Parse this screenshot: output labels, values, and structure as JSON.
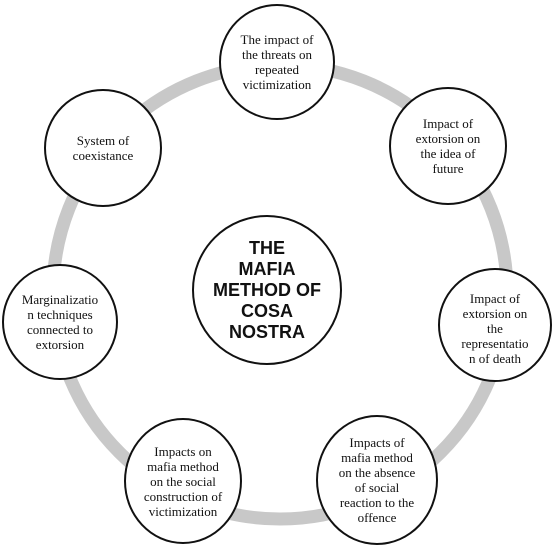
{
  "diagram": {
    "center": {
      "label": "THE\nMAFIA\nMETHOD OF\nCOSA NOSTRA"
    },
    "nodes": [
      {
        "id": "top",
        "label": "The impact of\nthe threats on\nrepeated\nvictimization"
      },
      {
        "id": "upper-right",
        "label": "Impact of\nextorsion on\nthe idea of\nfuture"
      },
      {
        "id": "right",
        "label": "Impact of\nextorsion on\nthe\nrepresentatio\nn   of death"
      },
      {
        "id": "bottom-right",
        "label": "Impacts of\nmafia method\non the absence\nof social\nreaction to the\noffence"
      },
      {
        "id": "bottom-left",
        "label": "Impacts on\nmafia method\non the social\nconstruction of\nvictimization"
      },
      {
        "id": "left",
        "label": "Marginalizatio\nn techniques\nconnected to\nextorsion"
      },
      {
        "id": "upper-left",
        "label": "System of\ncoexistance"
      }
    ],
    "colors": {
      "ring": "#c8c8c8",
      "circle_stroke": "#111111",
      "circle_fill": "#ffffff",
      "text": "#111111"
    }
  }
}
